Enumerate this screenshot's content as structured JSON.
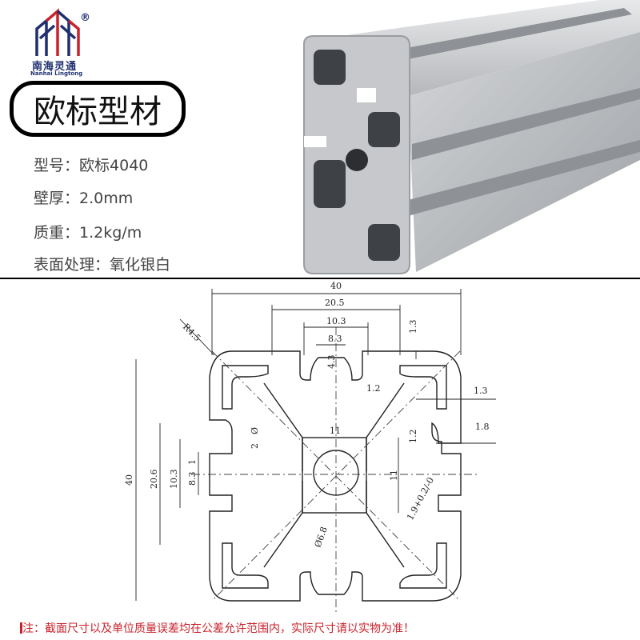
{
  "brand": {
    "name_cn": "南海灵通",
    "name_en": "Nanhai Lingtong",
    "registered": "®"
  },
  "title": "欧标型材",
  "specs": [
    {
      "label": "型号：",
      "value": "欧标4040"
    },
    {
      "label": "壁厚：",
      "value": "2.0mm"
    },
    {
      "label": "质重：",
      "value": "1.2kg/m"
    },
    {
      "label": "表面处理：",
      "value": "氧化银白"
    }
  ],
  "dimensions": {
    "width": "40",
    "height": "40",
    "slot_outer": "20.5",
    "slot_inner": "10.3",
    "slot_open": "8.3",
    "lip": "1.3",
    "depth": "4.3",
    "wall_a": "1.2",
    "wall_b": "1.3",
    "wall_c": "1.2",
    "wall_d": "1.8",
    "radius": "R4.5",
    "core": "11",
    "core_v": "11",
    "hole": "Ø6.8",
    "left_outer": "20.6",
    "left_mid": "10.3",
    "left_inner": "8.3",
    "left_small": "1",
    "left_gap": "2",
    "tolerance": "1.9+0.2/-0",
    "phi": "Ø"
  },
  "note": "注：截面尺寸以及单位质量误差均在公差允许范围内，实际尺寸请以实物为准！",
  "colors": {
    "brand": "#1f2f6f",
    "logo_red": "#c8232c",
    "note": "#c8232c",
    "aluminum": "#c9cbce"
  }
}
